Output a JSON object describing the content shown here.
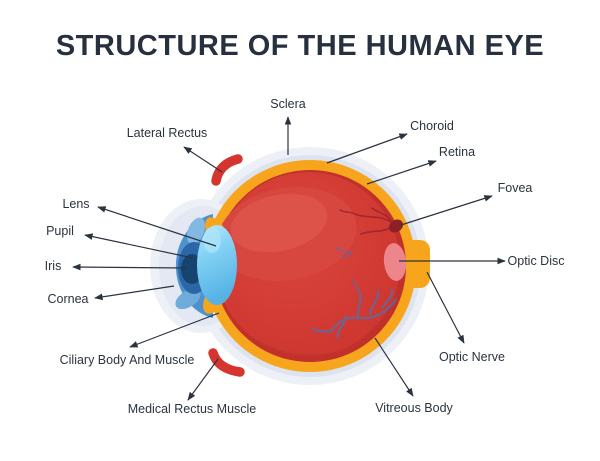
{
  "title": "STRUCTURE OF THE HUMAN EYE",
  "colors": {
    "label_text": "#2b3340",
    "title_text": "#26303e",
    "sclera_halo_outer": "#edf0f7",
    "sclera_halo_inner": "#dee3f0",
    "choroid_orange": "#f7a51d",
    "retina_red_edge": "#c1302b",
    "vitreous_red": "#d23b33",
    "vitreous_highlight": "#dd5349",
    "fovea_dark_red": "#8c1f27",
    "optic_disc_pink": "#ed868b",
    "vessel_blue": "#5d6aa4",
    "vessel_red": "#9c2530",
    "cornea_blue": "#4d92cd",
    "iris_blue": "#2b66a9",
    "pupil_navy": "#16446f",
    "lens_light_blue": "#7fd0f3",
    "muscle_red": "#d5342f"
  },
  "callouts": [
    {
      "id": "sclera",
      "label": "Sclera",
      "text": [
        288,
        108
      ],
      "line": [
        288,
        155,
        288,
        117
      ]
    },
    {
      "id": "lateral-rectus",
      "label": "Lateral Rectus",
      "text": [
        167,
        137
      ],
      "line": [
        222,
        172,
        184,
        147
      ]
    },
    {
      "id": "lens",
      "label": "Lens",
      "text": [
        76,
        208
      ],
      "line": [
        216,
        246,
        98,
        207
      ]
    },
    {
      "id": "pupil",
      "label": "Pupil",
      "text": [
        60,
        235
      ],
      "line": [
        193,
        258,
        85,
        235
      ]
    },
    {
      "id": "iris",
      "label": "Iris",
      "text": [
        53,
        270
      ],
      "line": [
        186,
        268,
        73,
        267
      ]
    },
    {
      "id": "cornea",
      "label": "Cornea",
      "text": [
        68,
        303
      ],
      "line": [
        174,
        286,
        95,
        298
      ]
    },
    {
      "id": "ciliary-body",
      "label": "Ciliary Body And Muscle",
      "text": [
        127,
        364
      ],
      "line": [
        219,
        313,
        130,
        347
      ]
    },
    {
      "id": "medial-rectus",
      "label": "Medical Rectus Muscle",
      "text": [
        192,
        413
      ],
      "line": [
        218,
        359,
        188,
        400
      ]
    },
    {
      "id": "choroid",
      "label": "Choroid",
      "text": [
        432,
        130
      ],
      "line": [
        327,
        163,
        407,
        134
      ]
    },
    {
      "id": "retina",
      "label": "Retina",
      "text": [
        457,
        156
      ],
      "line": [
        367,
        184,
        436,
        161
      ]
    },
    {
      "id": "fovea",
      "label": "Fovea",
      "text": [
        515,
        192
      ],
      "line": [
        401,
        225,
        492,
        196
      ]
    },
    {
      "id": "optic-disc",
      "label": "Optic Disc",
      "text": [
        536,
        265
      ],
      "line": [
        399,
        261,
        505,
        261
      ]
    },
    {
      "id": "optic-nerve",
      "label": "Optic Nerve",
      "text": [
        472,
        361
      ],
      "line": [
        427,
        272,
        464,
        343
      ]
    },
    {
      "id": "vitreous-body",
      "label": "Vitreous Body",
      "text": [
        414,
        412
      ],
      "line": [
        375,
        338,
        413,
        396
      ]
    }
  ]
}
